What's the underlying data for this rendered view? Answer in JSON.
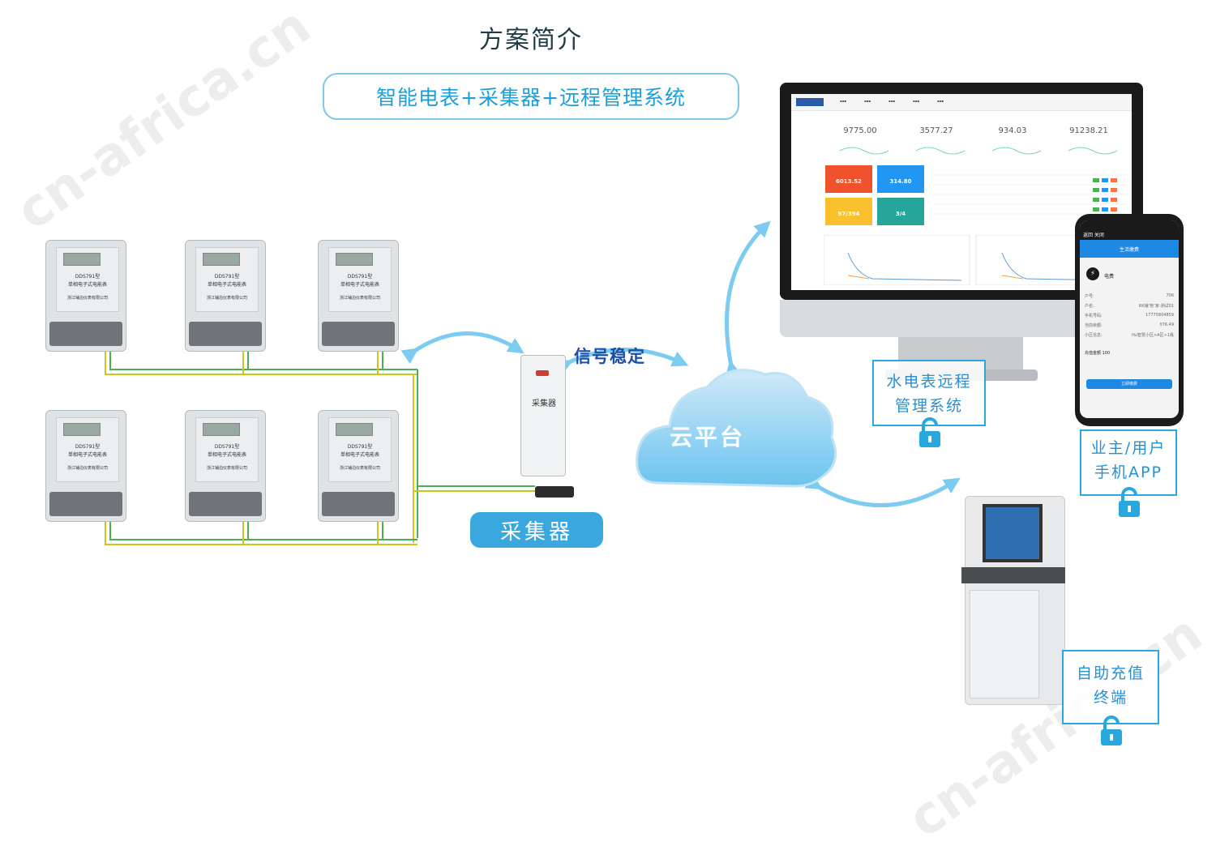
{
  "title": "方案简介",
  "subtitle": "智能电表+采集器+远程管理系统",
  "watermark": "cn-africa.cn",
  "meter": {
    "model": "DDS791型",
    "type": "单相电子式电能表",
    "maker": "浙江铺泊仪表有限公司"
  },
  "collector": {
    "device_label": "采集器",
    "tag_label": "采集器"
  },
  "signal_text": "信号稳定",
  "cloud_label": "云平台",
  "dashboard": {
    "stats": [
      "9775.00",
      "3577.27",
      "934.03",
      "91238.21"
    ],
    "tiles": [
      "6013.52",
      "314.80",
      "97/394",
      "3/4"
    ],
    "tile_colors": [
      "#f0522d",
      "#2196f3",
      "#fbc02d",
      "#26a69a"
    ]
  },
  "phone": {
    "nav_title": "生活缴费",
    "back": "返回  关闭",
    "item": "电费",
    "rows": [
      {
        "k": "户号:",
        "v": "706"
      },
      {
        "k": "户名:",
        "v": "RK铺‘管’家-测试01"
      },
      {
        "k": "手机号码:",
        "v": "17775804859"
      },
      {
        "k": "当前余额:",
        "v": "¥76.49"
      },
      {
        "k": "小区信息:",
        "v": "Hu智慧小区>A区>1栋"
      }
    ],
    "amount_label": "充值金额",
    "amount_value": "100",
    "button": "立即缴费"
  },
  "labels": {
    "remote_system": [
      "水电表远程",
      "管理系统"
    ],
    "owner_app": [
      "业主/用户",
      "手机APP"
    ],
    "kiosk": [
      "自助充值",
      "终端"
    ]
  },
  "colors": {
    "accent": "#3aa7df",
    "arrow": "#7ccbf0",
    "wire_green": "#4caf50",
    "wire_yellow": "#d4c31a"
  }
}
